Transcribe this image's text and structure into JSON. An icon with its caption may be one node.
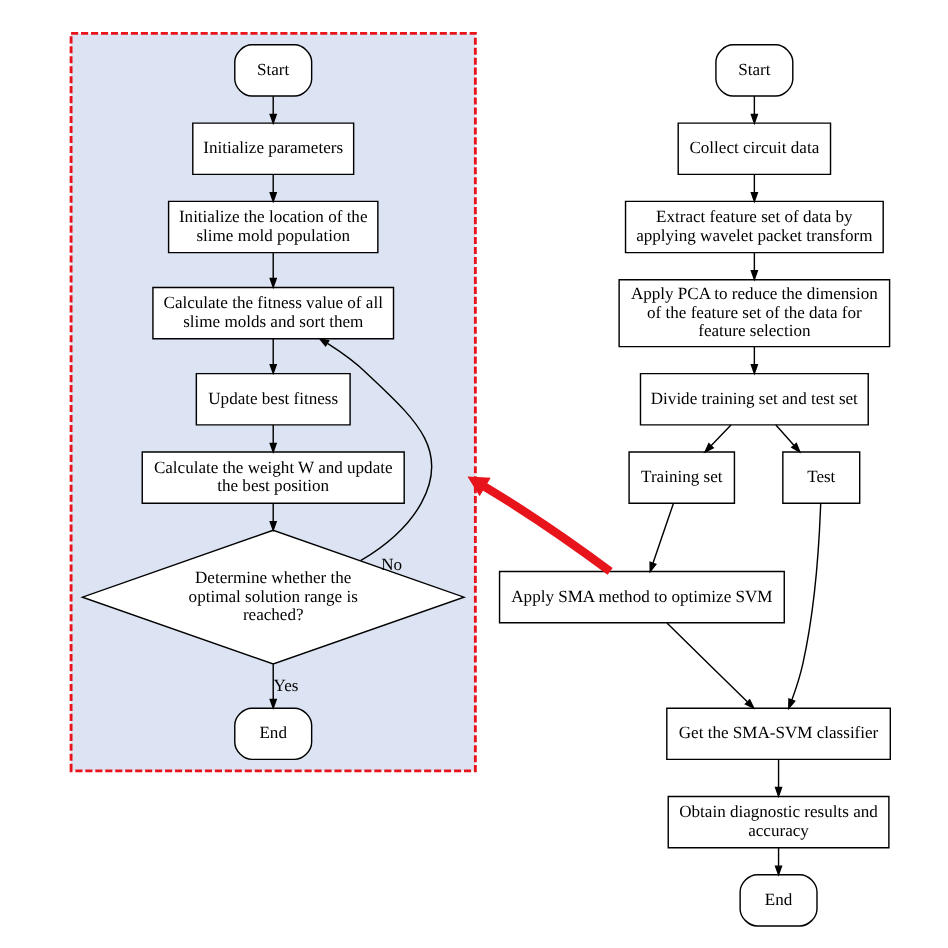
{
  "diagram": {
    "nodes": [
      {
        "text": [],
        "shape": "box"
      },
      {
        "text": [
          "Start"
        ],
        "in": 0
      },
      {
        "text": [
          "Initialize parameters"
        ],
        "in": 0
      },
      {
        "text": [
          "Initialize the location of the slime mold population"
        ],
        "in": 0
      },
      {
        "text": [
          "Calculate the fitness value of all slime molds and sort them"
        ],
        "in": 0
      },
      {
        "text": [
          "Update best fitness"
        ],
        "in": 0
      },
      {
        "text": [
          "Calculate the weight W and update the best position"
        ],
        "in": 0
      },
      {
        "text": [
          "Determine whether the optimal solution range is reached?"
        ],
        "in": 0
      },
      {
        "text": [
          "End"
        ],
        "in": 0
      },
      {
        "text": [
          "Start"
        ]
      },
      {
        "text": [
          "Collect circuit data"
        ]
      },
      {
        "text": [
          "Extract feature set of data by applying wavelet packet transform"
        ]
      },
      {
        "text": [
          "Apply PCA to reduce the dimension of the feature set of the data for feature selection"
        ]
      },
      {
        "text": [
          "Divide training set and test set"
        ]
      },
      {
        "text": [
          "Training set"
        ]
      },
      {
        "text": [
          "Test"
        ]
      },
      {
        "text": [
          "Apply SMA method to optimize SVM"
        ]
      },
      {
        "text": [
          "Get the SMA-SVM classifier"
        ]
      },
      {
        "text": [
          "Obtain diagnostic results and accuracy"
        ]
      },
      {
        "text": [
          "End"
        ]
      }
    ],
    "edges": [
      {
        "from": 1,
        "to": 2,
        "arrow": "to"
      },
      {
        "from": 2,
        "to": 3,
        "arrow": "to"
      },
      {
        "from": 3,
        "to": 4,
        "arrow": "to"
      },
      {
        "from": 4,
        "to": 5,
        "arrow": "to"
      },
      {
        "from": 5,
        "to": 6,
        "arrow": "to"
      },
      {
        "from": 6,
        "to": 7,
        "arrow": "to"
      },
      {
        "from": 7,
        "to": 8,
        "arrow": "to",
        "label": "Yes"
      },
      {
        "from": 7,
        "to": 4,
        "arrow": "to",
        "label": "No"
      },
      {
        "from": 9,
        "to": 10,
        "arrow": "to"
      },
      {
        "from": 10,
        "to": 11,
        "arrow": "to"
      },
      {
        "from": 11,
        "to": 12,
        "arrow": "to"
      },
      {
        "from": 12,
        "to": 13,
        "arrow": "to"
      },
      {
        "from": 13,
        "to": 14,
        "arrow": "to"
      },
      {
        "from": 13,
        "to": 15,
        "arrow": "to"
      },
      {
        "from": 14,
        "to": 16,
        "arrow": "to"
      },
      {
        "from": 16,
        "to": 17,
        "arrow": "to"
      },
      {
        "from": 15,
        "to": 17,
        "arrow": "to"
      },
      {
        "from": 17,
        "to": 18,
        "arrow": "to"
      },
      {
        "from": 18,
        "to": 19,
        "arrow": "to"
      },
      {
        "from": 16,
        "to": 0,
        "arrow": "to",
        "style": "thick",
        "color": "#e8141c"
      }
    ]
  }
}
